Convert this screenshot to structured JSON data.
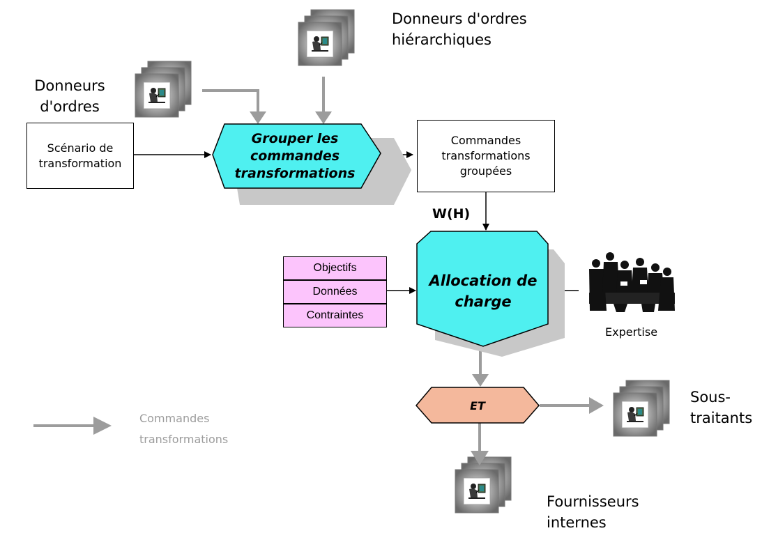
{
  "labels": {
    "donneurs_ordres": [
      "Donneurs",
      "d'ordres"
    ],
    "donneurs_hier": [
      "Donneurs d'ordres",
      "hiérarchiques"
    ],
    "scenario": [
      "Scénario de",
      "transformation"
    ],
    "grouper": [
      "Grouper les",
      "commandes",
      "transformations"
    ],
    "commandes_groupees": [
      "Commandes",
      "transformations",
      "groupées"
    ],
    "wh": "W(H)",
    "allocation": [
      "Allocation de",
      "charge"
    ],
    "objectifs": "Objectifs",
    "donnees": "Données",
    "contraintes": "Contraintes",
    "expertise": "Expertise",
    "et": "ET",
    "sous_traitants": [
      "Sous-",
      "traitants"
    ],
    "fournisseurs": [
      "Fournisseurs",
      "internes"
    ],
    "legend": [
      "Commandes",
      "transformations"
    ]
  },
  "colors": {
    "process": "#4ff0f0",
    "and_gate": "#f4b89c",
    "input_boxes": "#fcc4fc",
    "flow_arrow": "#9c9c9c",
    "legend_text": "#9c9c9c",
    "shadow": "#c8c8c8"
  },
  "icons": {
    "actor": "person-at-computer-icon",
    "meeting": "meeting-people-icon"
  }
}
